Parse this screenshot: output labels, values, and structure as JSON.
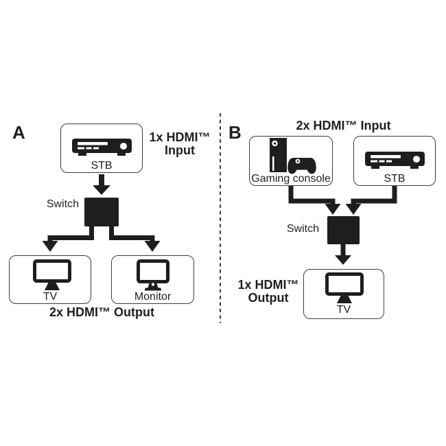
{
  "diagram": {
    "background": "#ffffff",
    "ink_color": "#1e1e1e",
    "box_border_color": "#3d3d3d",
    "divider_style": "dashed-vertical-line"
  },
  "panel_a": {
    "letter": "A",
    "input_caption_line1": "1x HDMI™",
    "input_caption_line2": "Input",
    "switch_label": "Switch",
    "output_caption": "2x HDMI™ Output",
    "source_device": {
      "label": "STB",
      "icon": "set-top-box-icon"
    },
    "output_devices": [
      {
        "label": "TV",
        "icon": "tv-icon"
      },
      {
        "label": "Monitor",
        "icon": "monitor-icon"
      }
    ]
  },
  "panel_b": {
    "letter": "B",
    "input_caption": "2x HDMI™ Input",
    "switch_label": "Switch",
    "output_caption_line1": "1x HDMI™",
    "output_caption_line2": "Output",
    "source_devices": [
      {
        "label": "Gaming console",
        "icon": "gaming-console-icon"
      },
      {
        "label": "STB",
        "icon": "set-top-box-icon"
      }
    ],
    "output_device": {
      "label": "TV",
      "icon": "tv-icon"
    }
  }
}
